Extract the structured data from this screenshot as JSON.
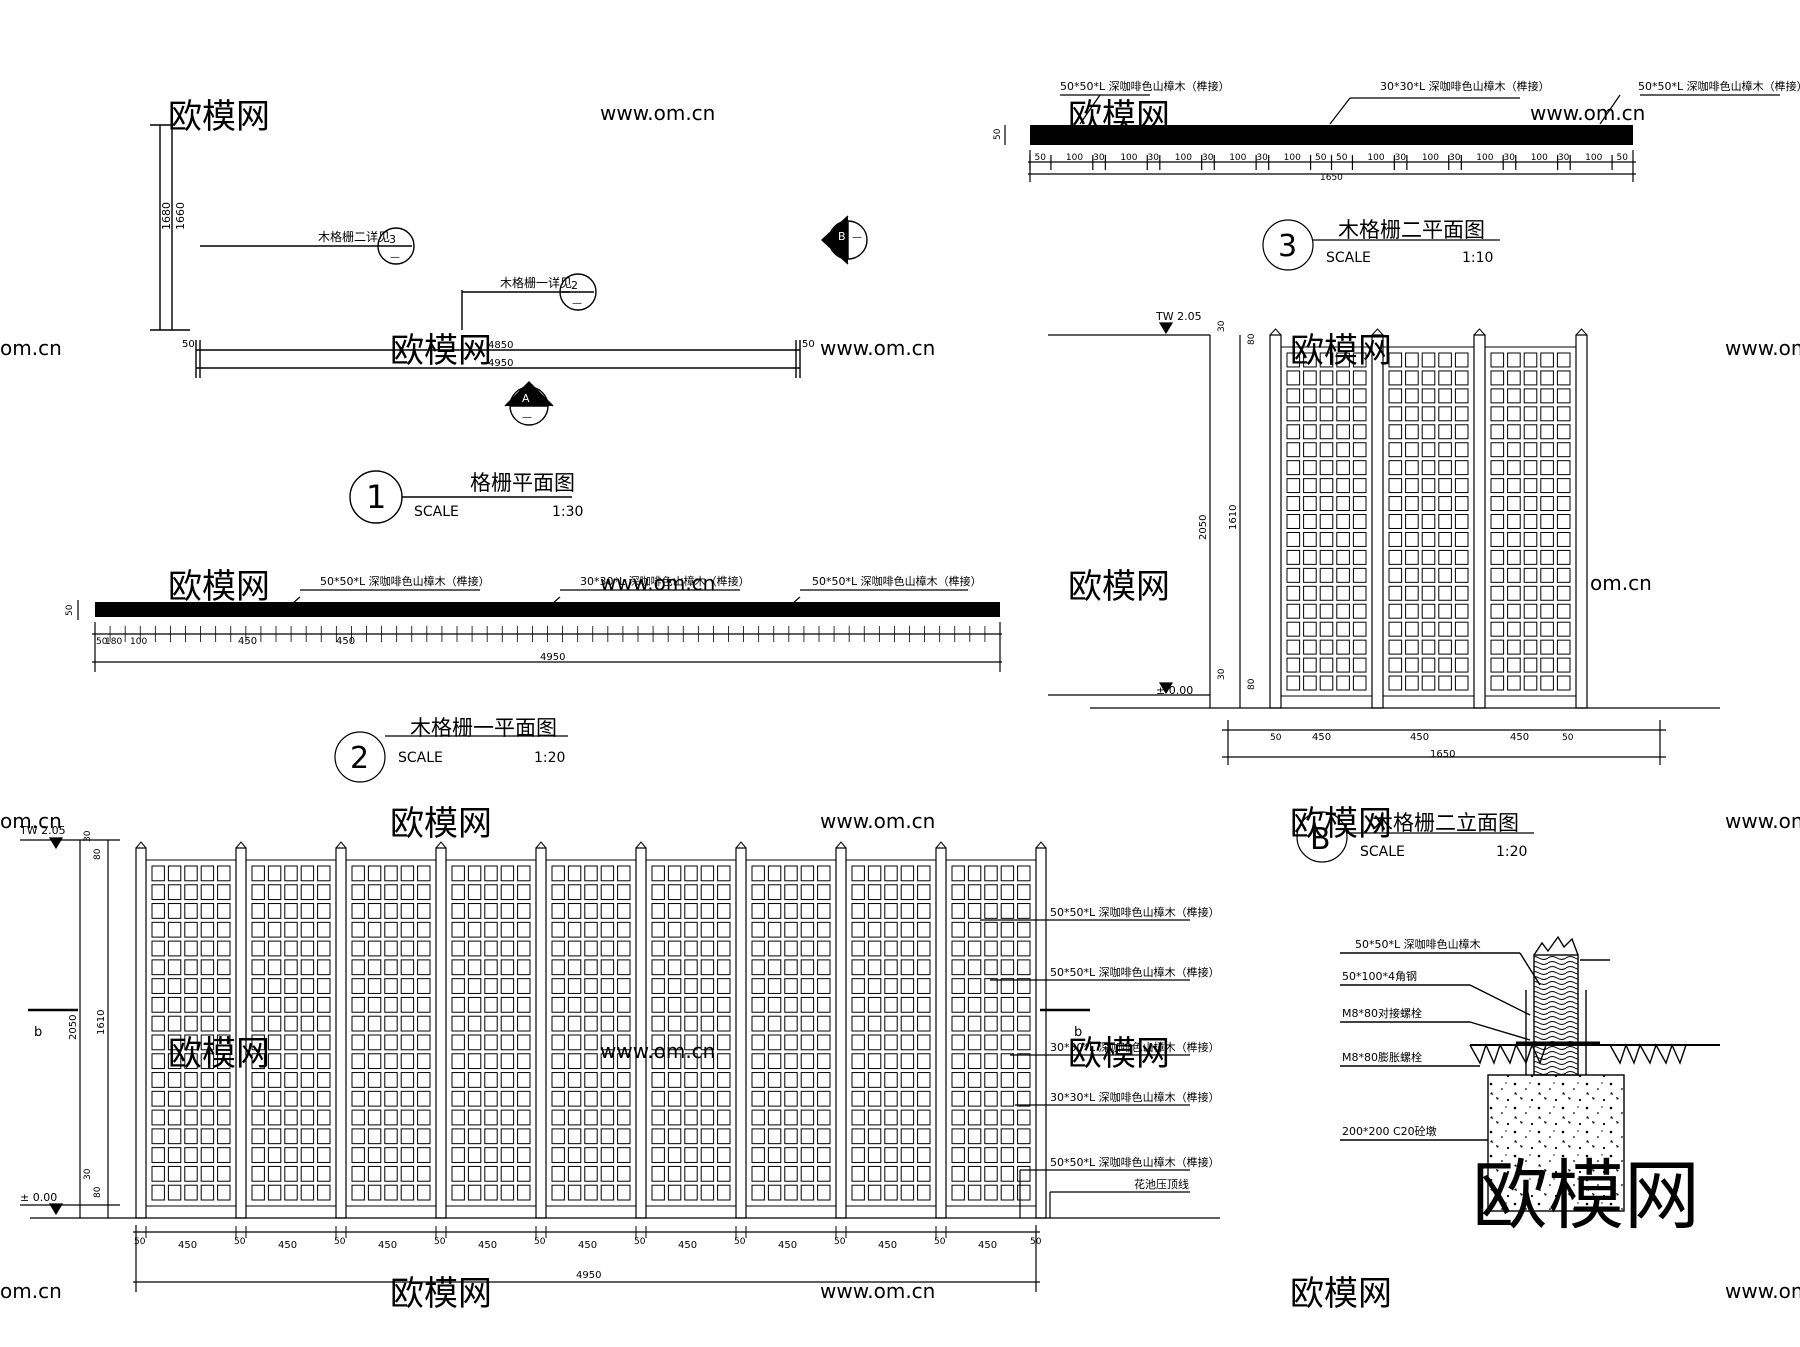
{
  "watermark": {
    "brand": "欧模网",
    "url": "www.om.cn",
    "tld": "om.cn"
  },
  "drawing1": {
    "number": "1",
    "title": "格栅平面图",
    "scale_label": "SCALE",
    "scale": "1:30",
    "callout_detail2": "木格栅二详见",
    "callout_detail1": "木格栅一详见",
    "ref_3": "3",
    "ref_2": "2",
    "ref_dash": "—",
    "section_b": "B",
    "section_a": "A",
    "dim_vertical": "1680",
    "dim_vertical_inner": "1660",
    "dim_left_50": "50",
    "dim_right_50": "50",
    "dim_inner": "4850",
    "dim_total": "4950"
  },
  "drawing2": {
    "number": "2",
    "title": "木格栅一平面图",
    "scale_label": "SCALE",
    "scale": "1:20",
    "label_left": "50*50*L 深咖啡色山樟木（榫接）",
    "label_mid": "30*30*L 深咖啡色山樟木（榫接）",
    "label_right": "50*50*L 深咖啡色山樟木（榫接）",
    "dim_depth": "50",
    "dim_a": "180",
    "dim_b": "100",
    "dim_450": "450",
    "dim_50": "50",
    "dim_total": "4950"
  },
  "drawing3": {
    "number": "3",
    "title": "木格栅二平面图",
    "scale_label": "SCALE",
    "scale": "1:10",
    "label_left": "50*50*L 深咖啡色山樟木（榫接）",
    "label_mid": "30*30*L 深咖啡色山樟木（榫接）",
    "label_right": "50*50*L 深咖啡色山樟木（榫接）",
    "dim_depth": "50",
    "seq": [
      "50",
      "100",
      "30",
      "100",
      "30",
      "100",
      "30",
      "100",
      "30",
      "100",
      "50",
      "50",
      "100",
      "30",
      "100",
      "30",
      "100",
      "30",
      "100",
      "30",
      "100",
      "50"
    ],
    "dim_total": "1650"
  },
  "elevationA": {
    "level_top": "TW 2.05",
    "level_bottom": "± 0.00",
    "dim_total_h": "2050",
    "dim_inner_h": "1610",
    "dim_30": "30",
    "dim_80": "80",
    "dim_50": "50",
    "dim_450": "450",
    "dim_total_w": "4950",
    "section_mark": "b",
    "labels": [
      "50*50*L 深咖啡色山樟木（榫接）",
      "50*50*L 深咖啡色山樟木（榫接）",
      "30*30*L 深咖啡色山樟木（榫接）",
      "30*30*L 深咖啡色山樟木（榫接）",
      "50*50*L 深咖啡色山樟木（榫接）",
      "花池压顶线"
    ]
  },
  "elevationB": {
    "letter": "B",
    "title": "木格栅二立面图",
    "scale_label": "SCALE",
    "scale": "1:20",
    "level_top": "TW 2.05",
    "level_bottom": "± 0.00",
    "dim_total_h": "2050",
    "dim_inner_h": "1610",
    "dim_30": "30",
    "dim_80": "80",
    "dim_50": "50",
    "dim_450": "450",
    "dim_total_w": "1650"
  },
  "detail": {
    "labels": [
      "50*50*L 深咖啡色山樟木",
      "50*100*4角钢",
      "M8*80对接螺栓",
      "M8*80膨胀螺栓",
      "200*200 C20砼墩"
    ]
  },
  "colors": {
    "ink": "#000000",
    "watermark": "#d4d4d4",
    "brand_mark": "#6a6a6a"
  }
}
